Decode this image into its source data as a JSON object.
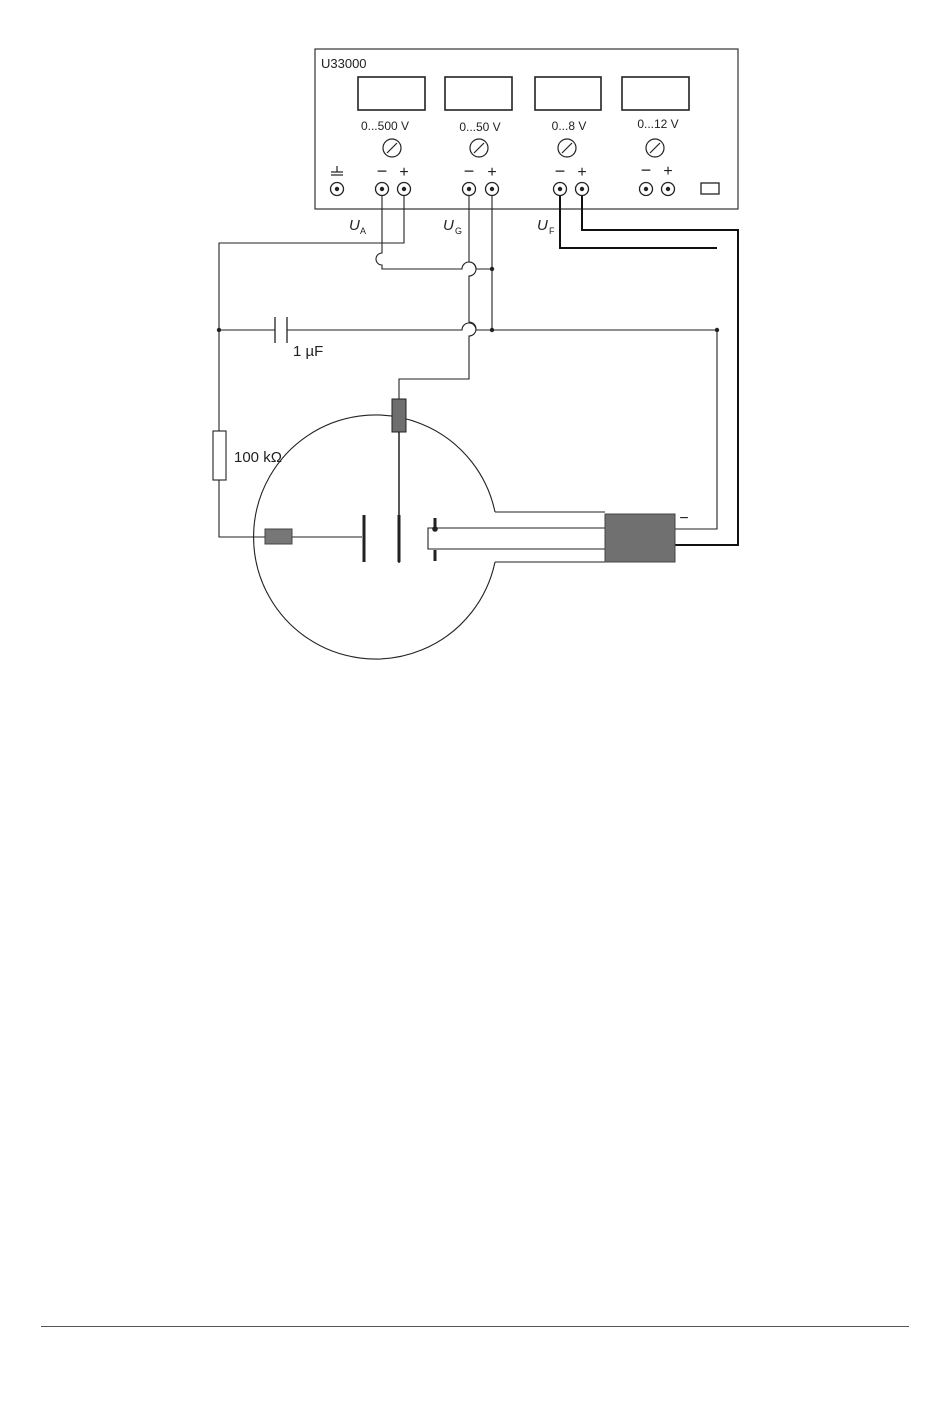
{
  "device": {
    "model": "U33000",
    "outputs": [
      {
        "range": "0...500 V",
        "minus": "−",
        "plus": "+"
      },
      {
        "range": "0...50 V",
        "minus": "−",
        "plus": "+"
      },
      {
        "range": "0...8 V",
        "minus": "−",
        "plus": "+"
      },
      {
        "range": "0...12 V",
        "minus": "−",
        "plus": "+"
      }
    ],
    "ground_symbol": "⏚"
  },
  "voltage_labels": {
    "anode": {
      "symbol": "U",
      "sub": "A"
    },
    "grid": {
      "symbol": "U",
      "sub": "G"
    },
    "filament": {
      "symbol": "U",
      "sub": "F"
    }
  },
  "components": {
    "capacitor_label": "1 µF",
    "resistor_label": "100 kΩ",
    "tube_minus_label": "−"
  }
}
